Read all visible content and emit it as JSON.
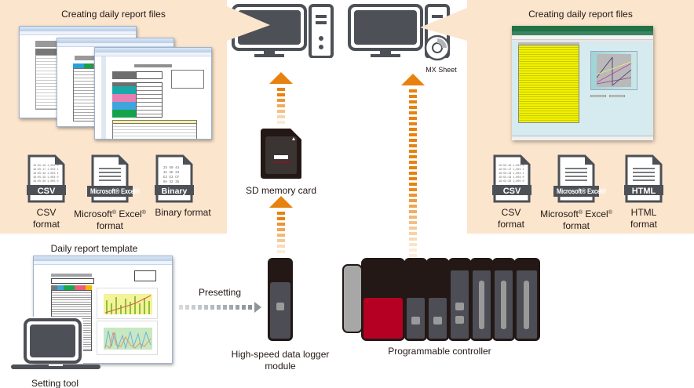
{
  "left_panel": {
    "title": "Creating daily report files",
    "formats": [
      {
        "icon": "csv-file-icon",
        "badge": "CSV",
        "label_line1": "CSV",
        "label_line2": "format",
        "preview_lines": [
          "18:55:16 1,001 0",
          "18:55:17 1,002 1",
          "18:55:18 1,003 1",
          "18:55:19 1,004 0",
          "18:55:20 1,005 0"
        ]
      },
      {
        "icon": "excel-file-icon",
        "badge": "Microsoft® Excel®",
        "label_line1": "Microsoft",
        "label_line1b": " Excel",
        "label_line2": "format"
      },
      {
        "icon": "binary-file-icon",
        "badge": "Binary",
        "label_line1": "Binary format",
        "preview_lines": [
          "25   50   44",
          "31   2E   33",
          "E2   E3   CF",
          "0A   32   35"
        ]
      }
    ]
  },
  "right_panel": {
    "title": "Creating daily report files",
    "formats": [
      {
        "icon": "csv-file-icon",
        "badge": "CSV",
        "label_line1": "CSV",
        "label_line2": "format",
        "preview_lines": [
          "18:55:16 1,001 0",
          "18:55:17 1,002 1",
          "18:55:18 1,003 1",
          "18:55:19 1,004 0",
          "18:55:20 1,005 0"
        ]
      },
      {
        "icon": "excel-file-icon",
        "badge": "Microsoft® Excel®",
        "label_line1": "Microsoft",
        "label_line1b": " Excel",
        "label_line2": "format"
      },
      {
        "icon": "html-file-icon",
        "badge": "HTML",
        "label_line1": "HTML",
        "label_line2": "format"
      }
    ]
  },
  "registered": "®",
  "mx_sheet_label": "MX Sheet",
  "sd_card_label": "SD memory card",
  "template_label": "Daily report template",
  "presetting_label": "Presetting",
  "setting_tool_label": "Setting tool",
  "logger_label_line1": "High-speed data logger",
  "logger_label_line2": "module",
  "plc_label": "Programmable controller",
  "colors": {
    "panel_bg": "#fbe5cd",
    "icon_dark": "#4d5157",
    "arrow_orange": "#e8820f",
    "arrow_gray": "#8e959a",
    "module_black": "#231815",
    "cpu_red": "#b60023"
  }
}
